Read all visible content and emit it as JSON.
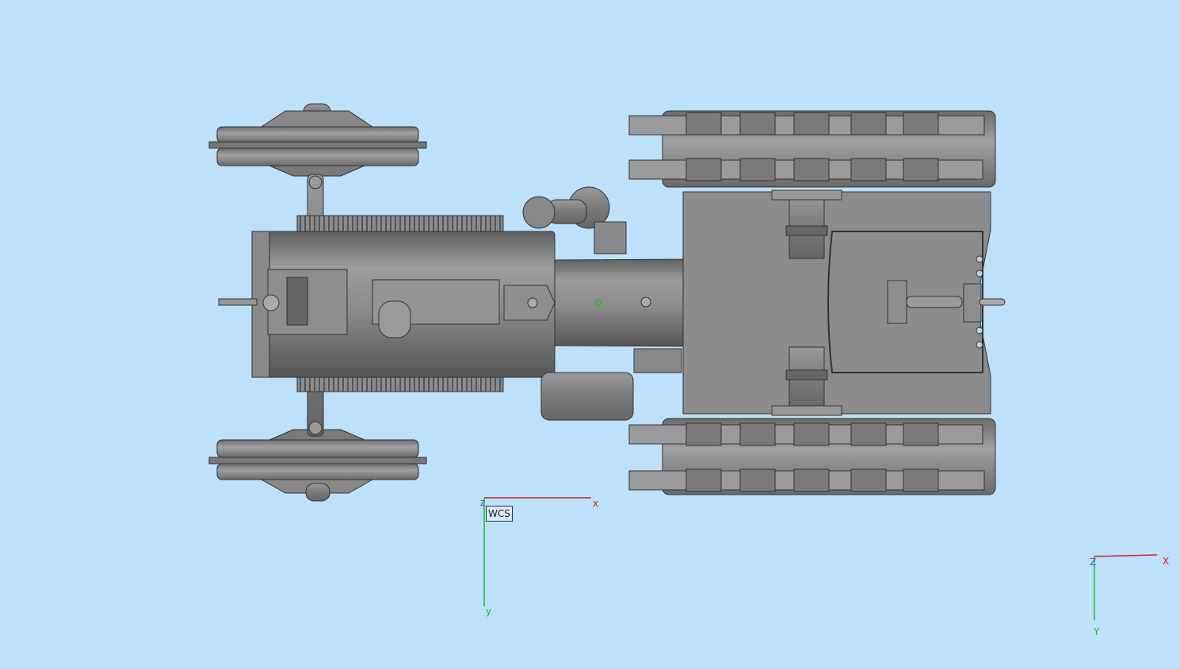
{
  "viewport": {
    "background": "#bde0fb",
    "model_color": "#8a8a8a"
  },
  "wcs": {
    "label": "WCS",
    "x_label": "x",
    "y_label": "y",
    "z_label": "z",
    "x_color": "#cc1f1f",
    "y_color": "#1fbf1f",
    "z_color": "#3a5fcc"
  },
  "view_triad": {
    "x_label": "X",
    "y_label": "Y",
    "z_label": "Z",
    "x_color": "#cc1f1f",
    "y_color": "#1fbf1f",
    "z_color": "#3a5fcc"
  },
  "icons": [
    "tractor-model",
    "wcs-triad",
    "view-triad",
    "pivot-marker"
  ]
}
